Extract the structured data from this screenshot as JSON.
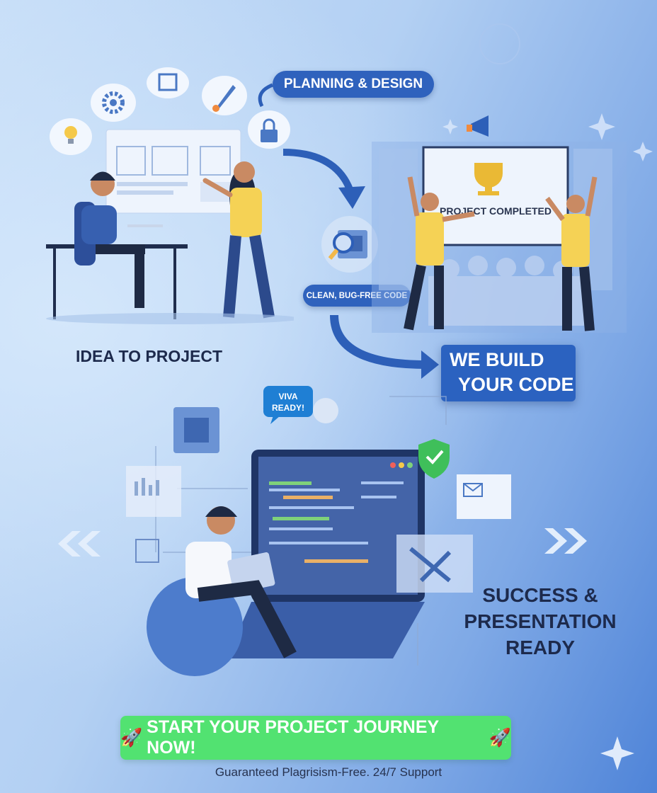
{
  "labels": {
    "planning": "PLANNING & DESIGN",
    "clean_code": "CLEAN, BUG-FREE CODE",
    "project_completed": "PROJECT COMPLETED",
    "idea_to_project": "IDEA TO PROJECT",
    "we_build_line1": "WE BUILD",
    "we_build_line2": "YOUR CODE",
    "viva_line1": "VIVA",
    "viva_line2": "READY!",
    "success_line1": "SUCCESS &",
    "success_line2": "PRESENTATION",
    "success_line3": "READY"
  },
  "cta": {
    "label": "START YOUR PROJECT JOURNEY NOW!",
    "icon": "rocket-icon",
    "color": "#52e271"
  },
  "footer": {
    "text": "Guaranteed Plagrisism-Free. 24/7 Support"
  },
  "colors": {
    "accent_blue": "#2f62bd",
    "heading_navy": "#1d2a4c",
    "shirt_yellow": "#f5d255"
  }
}
